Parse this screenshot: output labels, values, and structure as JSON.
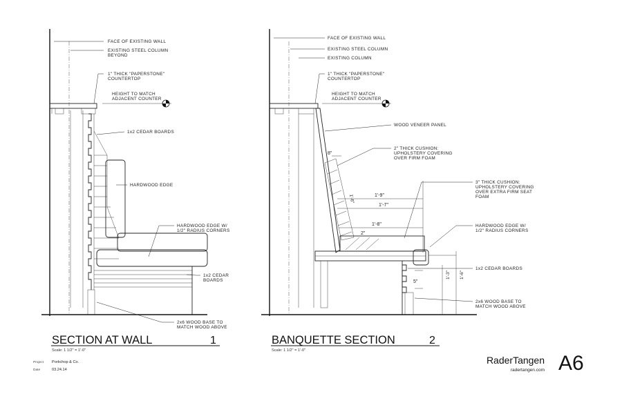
{
  "sheet": {
    "number": "A6",
    "firm": "RaderTangen",
    "website": "radertangen.com",
    "project_label": "Project",
    "project_value": "Porkchop & Co.",
    "date_label": "Date",
    "date_value": "03.24.14"
  },
  "section1": {
    "title": "SECTION AT WALL",
    "number": "1",
    "scale": "Scale: 1 1/2\" = 1'-0\"",
    "notes": {
      "wall_face": "FACE OF EXISTING WALL",
      "steel_column_1": "EXISTING STEEL COLUMN",
      "steel_column_2": "BEYOND",
      "countertop_1": "1\" THICK \"PAPERSTONE\"",
      "countertop_2": "COUNTERTOP",
      "height_1": "HEIGHT TO MATCH",
      "height_2": "ADJACENT COUNTER",
      "cedar_boards": "1x2 CEDAR BOARDS",
      "hardwood_edge": "HARDWOOD EDGE",
      "hw_radius_1": "HARDWOOD EDGE W/",
      "hw_radius_2": "1/2\" RADIUS CORNERS",
      "cedar2_1": "1x2 CEDAR",
      "cedar2_2": "BOARDS",
      "base_1": "2x6 WOOD BASE TO",
      "base_2": "MATCH WOOD ABOVE"
    }
  },
  "section2": {
    "title": "BANQUETTE SECTION",
    "number": "2",
    "scale": "Scale: 1 1/2\" = 1'-0\"",
    "notes": {
      "wall_face": "FACE OF EXISTING WALL",
      "steel_column": "EXISTING STEEL COLUMN",
      "existing_column": "EXISTING COLUMN",
      "countertop_1": "1\" THICK \"PAPERSTONE\"",
      "countertop_2": "COUNTERTOP",
      "height_1": "HEIGHT TO MATCH",
      "height_2": "ADJACENT COUNTER",
      "veneer": "WOOD VENEER PANEL",
      "cushion2_1": "2\" THICK CUSHION:",
      "cushion2_2": "UPHOLSTERY COVERING",
      "cushion2_3": "OVER FIRM FOAM",
      "cushion3_1": "3\" THICK CUSHION:",
      "cushion3_2": "UPHOLSTERY COVERING",
      "cushion3_3": "OVER EXTRA FIRM SEAT",
      "cushion3_4": "FOAM",
      "hw_radius_1": "HARDWOOD EDGE W/",
      "hw_radius_2": "1/2\" RADIUS CORNERS",
      "cedar_boards": "1x2 CEDAR BOARDS",
      "base_1": "2x6 WOOD BASE TO",
      "base_2": "MATCH WOOD ABOVE"
    },
    "dimensions": {
      "d8": "8\"",
      "d1_9": "1'-9\"",
      "d1_6": "1'-6\"",
      "d1_7": "1'-7\"",
      "d1_8": "1'-8\"",
      "d2": "2\"",
      "d5": "5\"",
      "d1_3": "1'-3\"",
      "d1_6v": "1'-6\""
    }
  }
}
